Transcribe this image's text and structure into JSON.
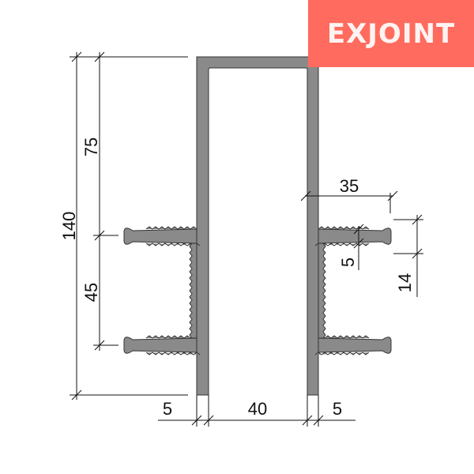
{
  "brand": {
    "logo_text": "EXJOINT",
    "logo_color": "#ff6b5e",
    "logo_text_color": "#ffffff"
  },
  "profile_color": "#8a8a8a",
  "dimensions": {
    "overall_height": "140",
    "upper_segment": "75",
    "lower_segment": "45",
    "flange_width": "35",
    "rib_spacing": "14",
    "rib_thickness": "5",
    "wall_left": "5",
    "gap_width": "40",
    "wall_right": "5"
  }
}
